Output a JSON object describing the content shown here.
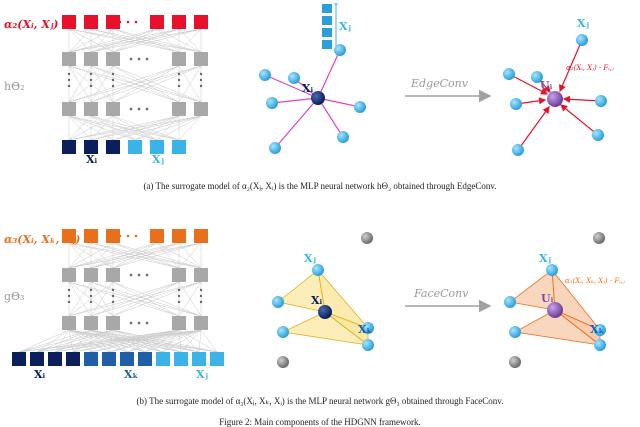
{
  "panel_a": {
    "top_label": "α₂(Xᵢ, Xⱼ)",
    "net_label": "hΘ₂",
    "node_i": "Xᵢ",
    "node_j": "Xⱼ",
    "input_i": "Xᵢ",
    "input_j": "Xⱼ",
    "center_out": "Uᵢ",
    "op_label": "EdgeConv",
    "edge_label": "α₂(Xᵢ, Xⱼ) · Fᵢ,ⱼ",
    "caption": "(a) The surrogate model of α₂(Xⱼ, Xᵢ) is the MLP neural network hΘ₂ obtained through EdgeConv."
  },
  "panel_b": {
    "top_label": "α₃(Xᵢ, Xₖ, Xⱼ)",
    "net_label": "gΘ₃",
    "node_i": "Xᵢ",
    "node_j": "Xⱼ",
    "node_k": "Xₖ",
    "input_i": "Xᵢ",
    "input_k": "Xₖ",
    "input_j": "Xⱼ",
    "center_out": "Uᵢ",
    "op_label": "FaceConv",
    "face_label": "α₃(Xᵢ, Xₖ, Xⱼ) · Fᵢ,ⱼ",
    "caption": "(b) The surrogate model of α₃(Xⱼ, Xₖ, Xᵢ) is the MLP neural network gΘ₃ obtained through FaceConv."
  },
  "figure_caption": "Figure 2: Main components of the HDGNN framework.",
  "colors": {
    "red": "#e8102a",
    "orange": "#e8701a",
    "navy": "#0a1f5c",
    "cyan": "#3ab4e8",
    "grey": "#a8a8a8",
    "purple": "#7e4fa8",
    "magenta": "#e040c8"
  }
}
